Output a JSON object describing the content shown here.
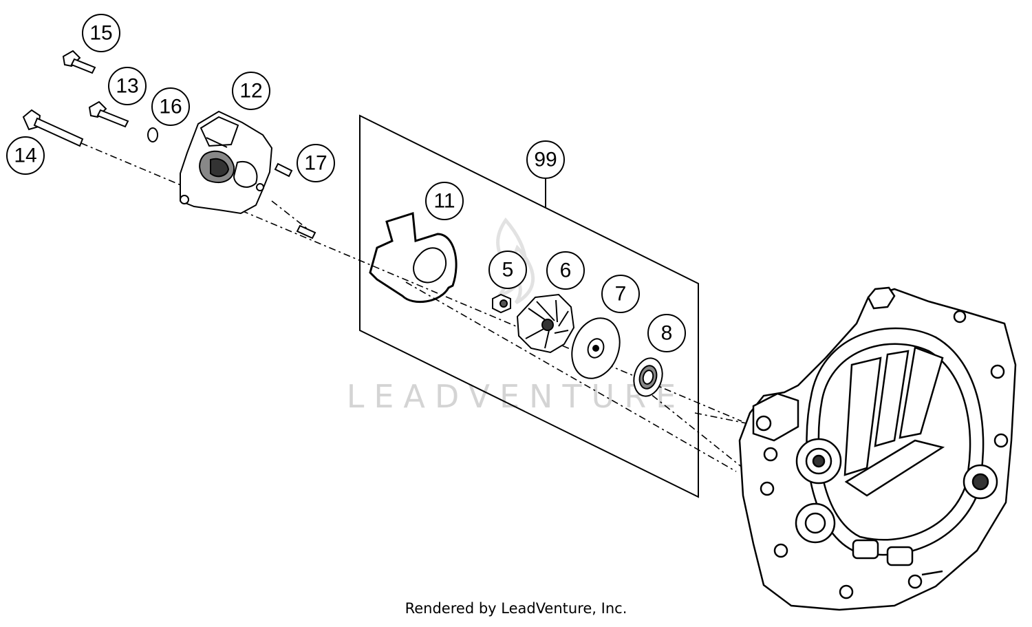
{
  "watermark": "LEADVENTURE",
  "credit": "Rendered by LeadVenture, Inc.",
  "callouts": {
    "c15": "15",
    "c13": "13",
    "c16": "16",
    "c12": "12",
    "c14": "14",
    "c17": "17",
    "c99": "99",
    "c11": "11",
    "c5": "5",
    "c6": "6",
    "c7": "7",
    "c8": "8"
  }
}
